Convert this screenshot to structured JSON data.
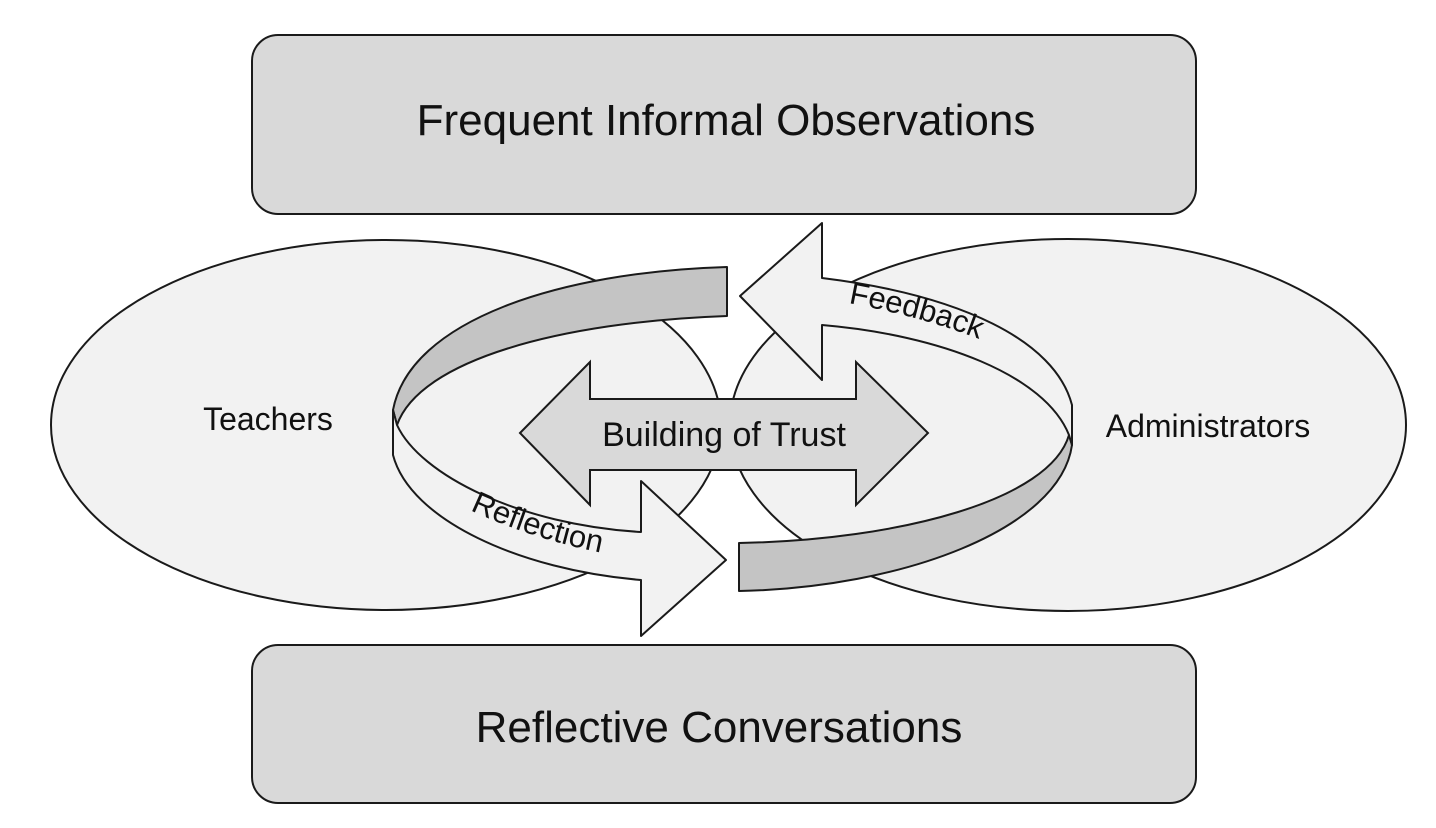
{
  "diagram": {
    "title": "",
    "top_box": {
      "label": "Frequent Informal Observations"
    },
    "bottom_box": {
      "label": "Reflective Conversations"
    },
    "groups": [
      {
        "id": "teachers",
        "label": "Teachers"
      },
      {
        "id": "administrators",
        "label": "Administrators"
      }
    ],
    "center_arrow": {
      "label": "Building of Trust",
      "direction": "bidirectional"
    },
    "cycle_arrows": [
      {
        "label": "Reflection",
        "from": "Teachers",
        "to": "Administrators"
      },
      {
        "label": "Feedback",
        "from": "Administrators",
        "to": "Teachers"
      }
    ],
    "colors": {
      "box_fill": "#d9d9d9",
      "ellipse_fill": "#f2f2f2",
      "ribbon_shade": "#c4c4c4",
      "outline": "#1a1a1a",
      "text": "#111111"
    }
  }
}
